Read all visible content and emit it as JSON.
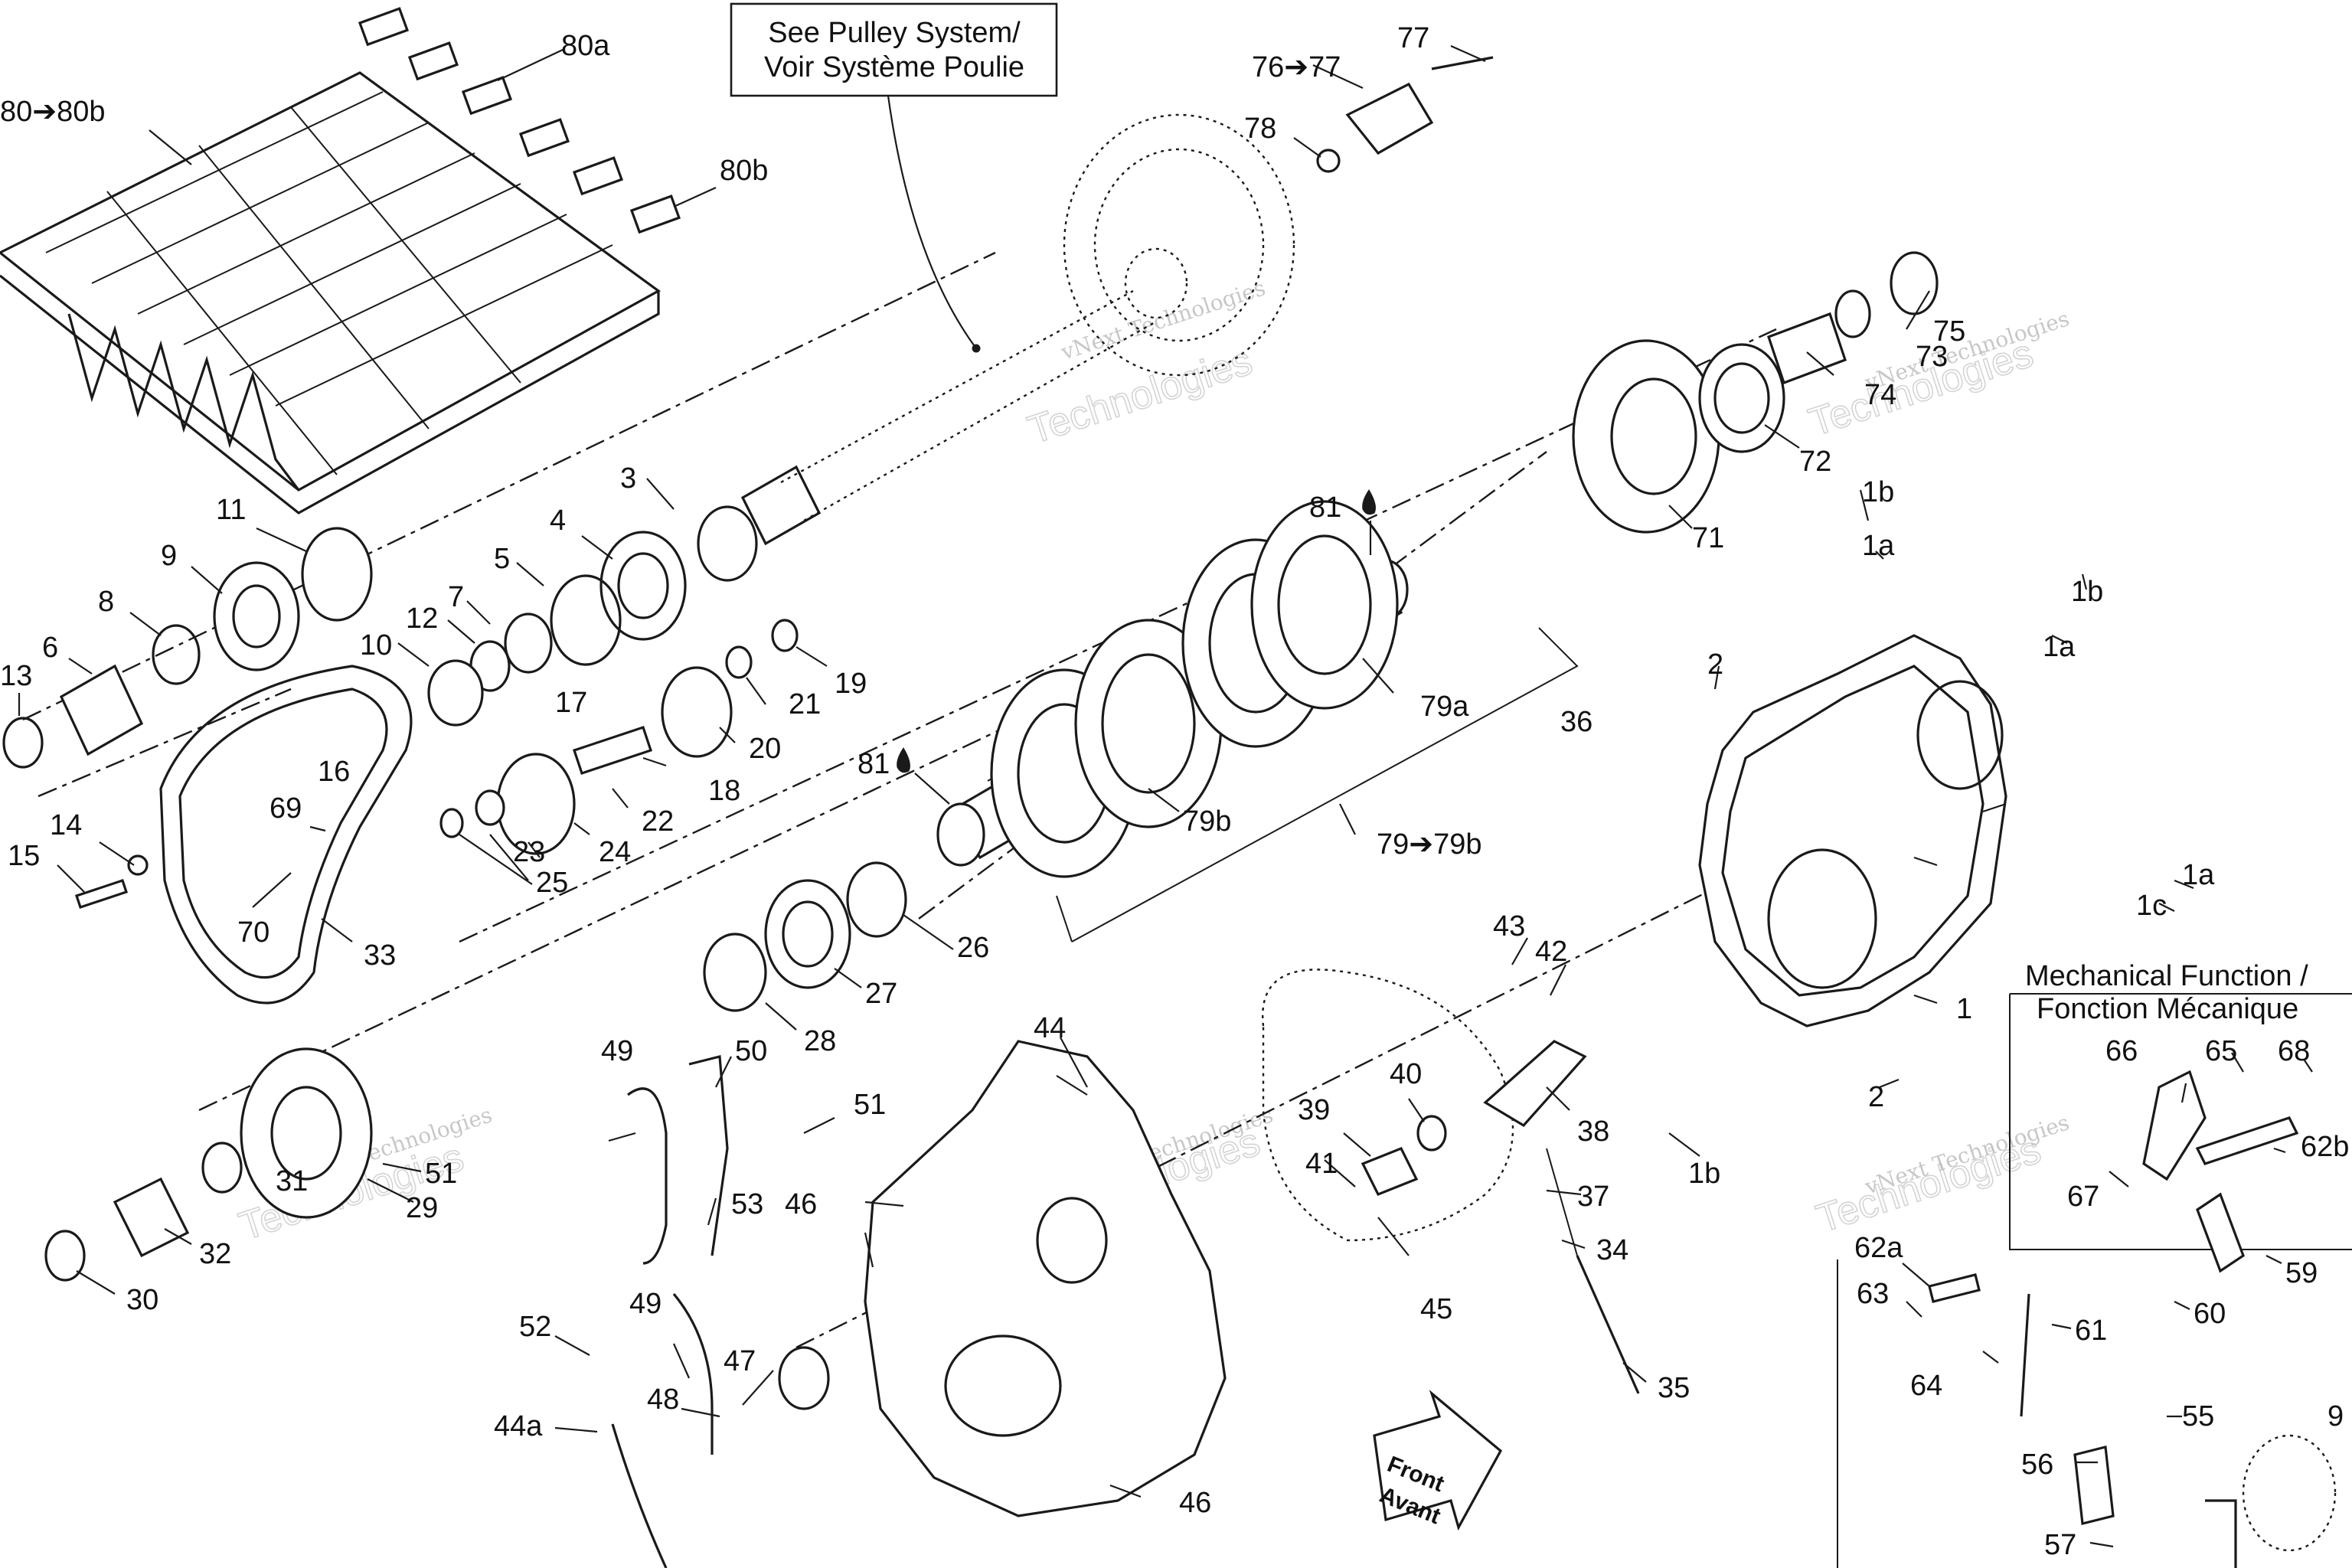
{
  "notes": {
    "pulley_line1": "See Pulley System/",
    "pulley_line2": "Voir Système Poulie",
    "mech_line1": "Mechanical Function /",
    "mech_line2": "Fonction Mécanique"
  },
  "front_arrow": {
    "line1": "Front",
    "line2": "Avant"
  },
  "watermark": {
    "small": "vNext Technologies",
    "big": "Technologies"
  },
  "callouts": {
    "c80a": "80a",
    "c80to80b": "80➔80b",
    "c80b": "80b",
    "c77": "77",
    "c76to77": "76➔77",
    "c78": "78",
    "c75": "75",
    "c73": "73",
    "c74": "74",
    "c72": "72",
    "c71": "71",
    "c81top": "81",
    "c81bot": "81",
    "c1b1": "1b",
    "c1a1": "1a",
    "c1b2": "1b",
    "c1a2": "1a",
    "c1a3": "1a",
    "c1c": "1c",
    "c1": "1",
    "c2a": "2",
    "c2b": "2",
    "c36": "36",
    "c79a": "79a",
    "c79b": "79b",
    "c79to79b": "79➔79b",
    "c3": "3",
    "c4": "4",
    "c5": "5",
    "c7": "7",
    "c12": "12",
    "c10": "10",
    "c11": "11",
    "c9": "9",
    "c8": "8",
    "c6": "6",
    "c13": "13",
    "c16": "16",
    "c17": "17",
    "c18": "18",
    "c19": "19",
    "c20": "20",
    "c21": "21",
    "c22": "22",
    "c23": "23",
    "c24": "24",
    "c25": "25",
    "c14": "14",
    "c15": "15",
    "c69": "69",
    "c70": "70",
    "c33": "33",
    "c26": "26",
    "c27": "27",
    "c28": "28",
    "c29": "29",
    "c31": "31",
    "c51a": "51",
    "c32": "32",
    "c30": "30",
    "c49a": "49",
    "c50": "50",
    "c51b": "51",
    "c53": "53",
    "c44": "44",
    "c46a": "46",
    "c46b": "46",
    "c52": "52",
    "c49b": "49",
    "c47": "47",
    "c48": "48",
    "c44a": "44a",
    "c43": "43",
    "c42": "42",
    "c40": "40",
    "c39": "39",
    "c41": "41",
    "c38": "38",
    "c37": "37",
    "c34": "34",
    "c35": "35",
    "c45": "45",
    "c1b3": "1b",
    "c66": "66",
    "c65": "65",
    "c68": "68",
    "c62b": "62b",
    "c67": "67",
    "c59": "59",
    "c60": "60",
    "c62a": "62a",
    "c63": "63",
    "c61": "61",
    "c64": "64",
    "c55": "55",
    "c56": "56",
    "c57": "57",
    "c9b": "9"
  }
}
